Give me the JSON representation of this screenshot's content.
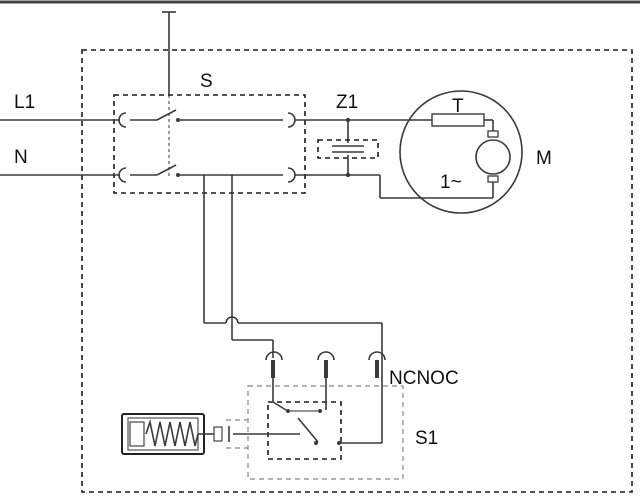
{
  "labels": {
    "line": "L1",
    "neutral": "N",
    "switch": "S",
    "suppressor": "Z1",
    "thermal": "T",
    "motor": "M",
    "phase": "1~",
    "contacts": "NCNOC",
    "microswitch": "S1"
  }
}
